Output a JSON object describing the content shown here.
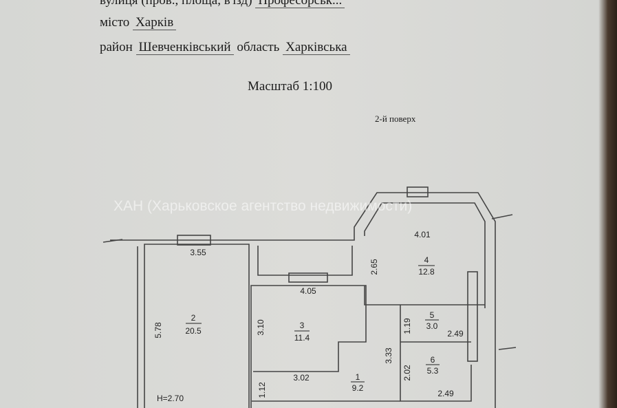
{
  "header": {
    "street_label": "вулиця (пров., площа, в'їзд)",
    "street_value": "Професорськ...",
    "city_label": "місто",
    "city_value": "Харків",
    "district_label": "район",
    "district_value": "Шевченківський",
    "region_label": "область",
    "region_value": "Харківська",
    "scale": "Масштаб 1:100",
    "floor": "2-й поверх"
  },
  "watermark": "ХАН (Харьковское агентство недвижимости)",
  "plan": {
    "ceiling_height": "H=2.70",
    "rooms": [
      {
        "number": "1",
        "area": "9.2"
      },
      {
        "number": "2",
        "area": "20.5"
      },
      {
        "number": "3",
        "area": "11.4"
      },
      {
        "number": "4",
        "area": "12.8"
      },
      {
        "number": "5",
        "area": "3.0"
      },
      {
        "number": "6",
        "area": "5.3"
      }
    ],
    "dimensions": {
      "r2_width": "3.55",
      "r2_length": "5.78",
      "r3_width": "4.05",
      "r3_length": "3.10",
      "r4_width": "4.01",
      "r4_length": "2.65",
      "r1_width": "3.02",
      "r1_length": "3.33",
      "r1_small": "1.12",
      "r5_length": "1.19",
      "r5_width": "2.49",
      "r6_length": "2.02",
      "r6_width": "2.49"
    }
  }
}
